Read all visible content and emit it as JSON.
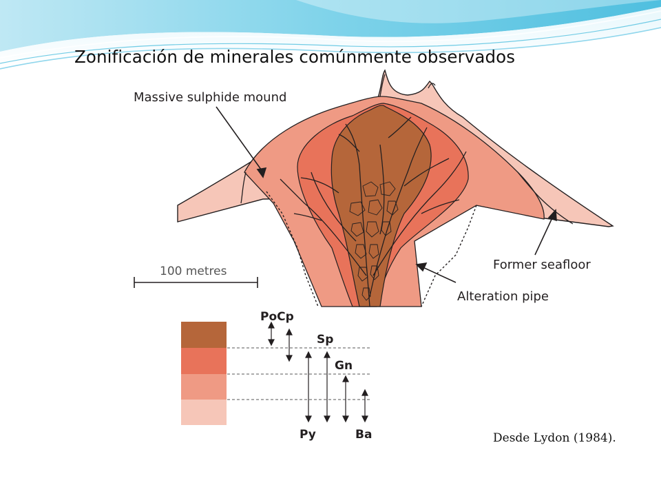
{
  "slide": {
    "title": "Zonificación de minerales comúnmente observados",
    "citation": "Desde Lydon (1984)."
  },
  "figure": {
    "labels": {
      "massive_sulphide_mound": "Massive sulphide mound",
      "scale_bar": "100 metres",
      "former_seafloor": "Former seafloor",
      "alteration_pipe": "Alteration pipe"
    },
    "legend": {
      "swatches": [
        "#b5663a",
        "#e8735a",
        "#ef9a84",
        "#f6c6b8"
      ],
      "minerals": [
        "PoCp",
        "Sp",
        "Gn",
        "Py",
        "Ba"
      ]
    }
  },
  "colors": {
    "zone_core": "#b5663a",
    "zone_inner": "#e8735a",
    "zone_middle": "#ef9a84",
    "zone_outer": "#f6c6b8",
    "outline": "#231f20",
    "header_accent": "#5bc6e2"
  }
}
